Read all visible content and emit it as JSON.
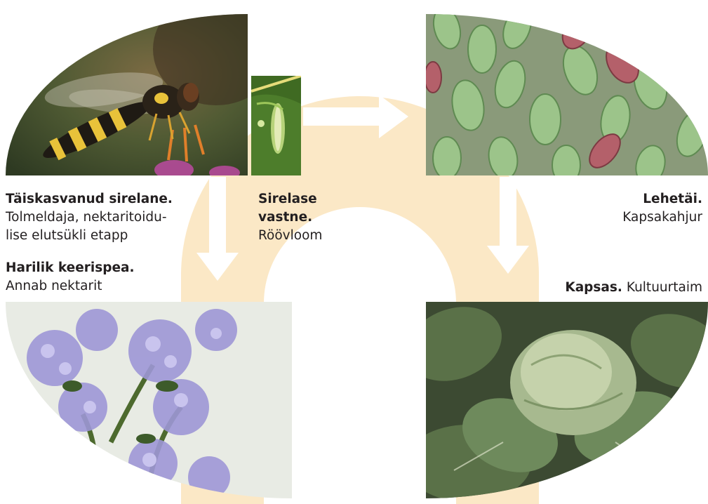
{
  "colors": {
    "ring": "#fbe8c6",
    "background": "#ffffff",
    "text": "#231f20"
  },
  "photos": {
    "hoverfly": "hoverfly-photo",
    "larva": "hoverfly-larva-photo",
    "aphids": "aphid-colony-photo",
    "phacelia": "phacelia-flower-photo",
    "cabbage": "cabbage-photo"
  },
  "captions": {
    "adult": {
      "title": "Täiskasvanud sirelane.",
      "line1": "Tolmeldaja, nektaritoidu-",
      "line2": "lise elutsükli etapp"
    },
    "larva": {
      "title_line1": "Sirelase",
      "title_line2": "vastne.",
      "desc": "Röövloom"
    },
    "aphid": {
      "title": "Lehetäi.",
      "desc": "Kapsakahjur"
    },
    "phacelia": {
      "title": "Harilik keerispea.",
      "desc": "Annab nektarit"
    },
    "cabbage": {
      "title": "Kapsas.",
      "desc": "Kultuurtaim"
    }
  }
}
